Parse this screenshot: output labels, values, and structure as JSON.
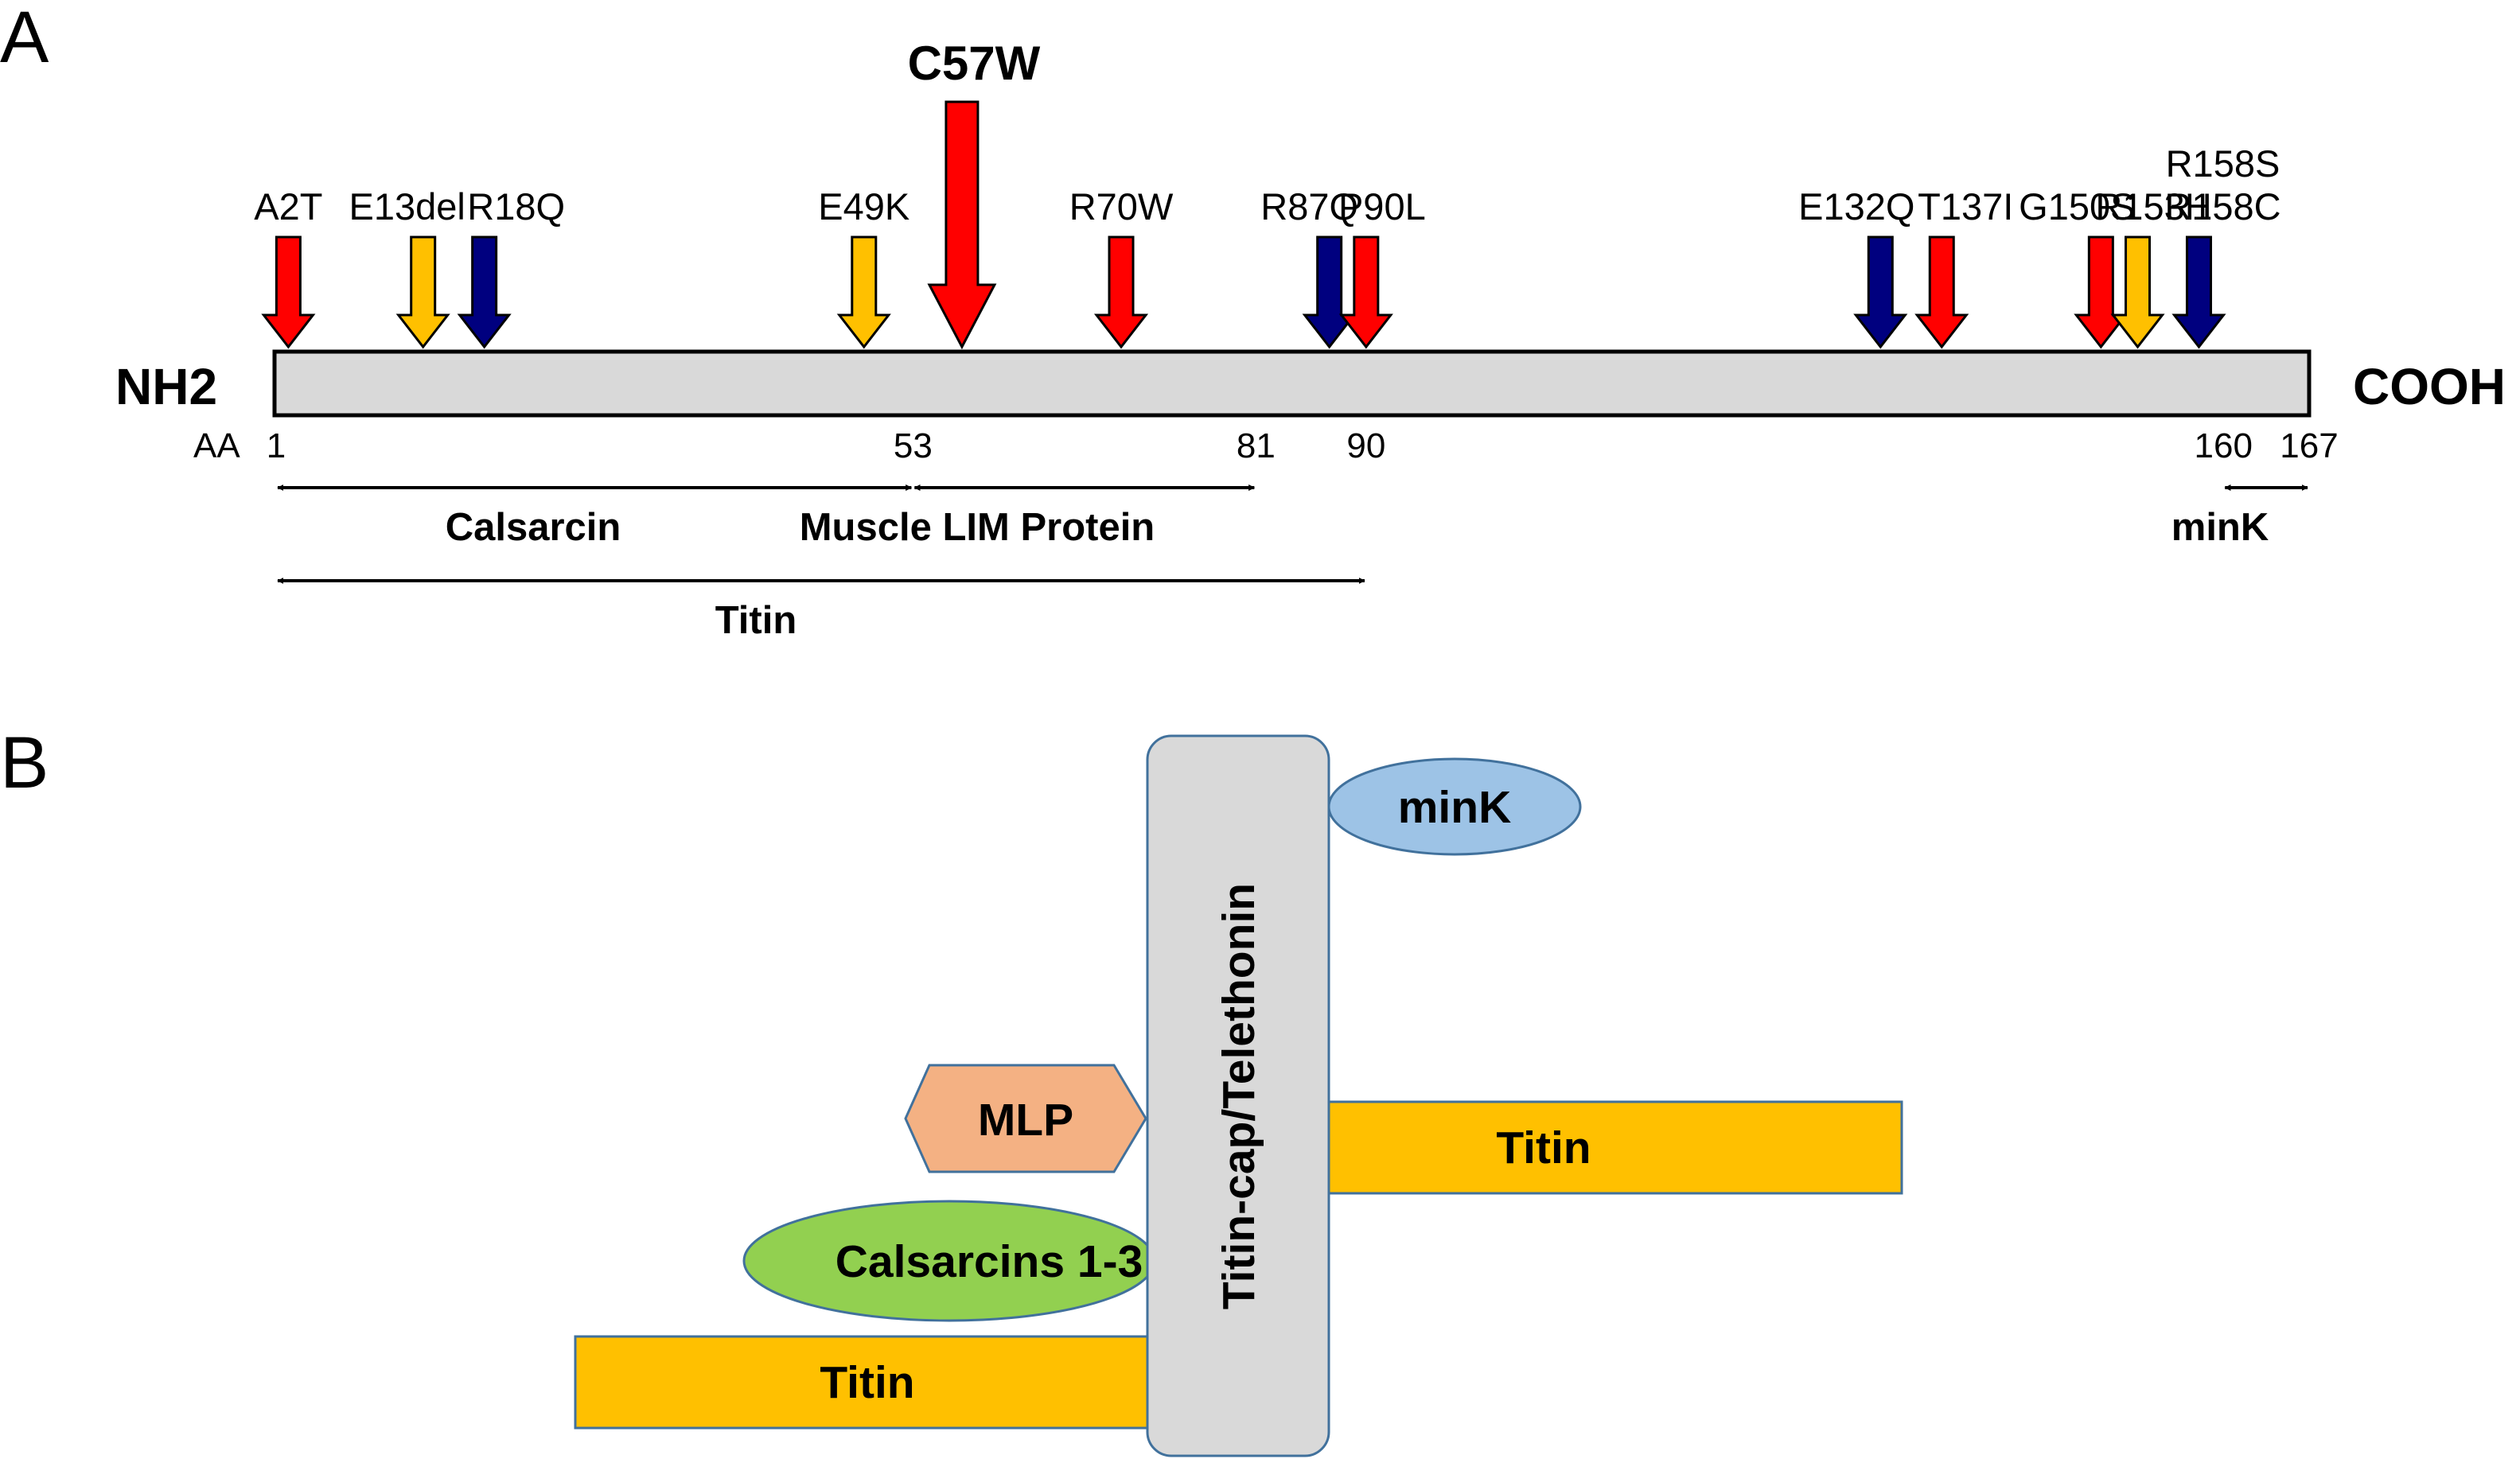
{
  "panels": {
    "a": "A",
    "b": "B"
  },
  "panel_a": {
    "n_terminus": "NH2",
    "c_terminus": "COOH",
    "aa_label": "AA",
    "ticks": [
      {
        "position": 1,
        "label": "1"
      },
      {
        "position": 53,
        "label": "53"
      },
      {
        "position": 81,
        "label": "81"
      },
      {
        "position": 90,
        "label": "90"
      },
      {
        "position": 160,
        "label": "160"
      },
      {
        "position": 167,
        "label": "167"
      }
    ],
    "mutations": [
      {
        "label": "A2T",
        "position": 2,
        "color": "#ff0000"
      },
      {
        "label": "E13del",
        "position": 13,
        "color": "#ffc000"
      },
      {
        "label": "R18Q",
        "position": 18,
        "color": "#00007f"
      },
      {
        "label": "E49K",
        "position": 49,
        "color": "#ffc000"
      },
      {
        "label": "C57W",
        "position": 57,
        "color": "#ff0000",
        "emphasis": "large"
      },
      {
        "label": "R70W",
        "position": 70,
        "color": "#ff0000"
      },
      {
        "label": "R87Q",
        "position": 87,
        "color": "#00007f"
      },
      {
        "label": "P90L",
        "position": 90,
        "color": "#ff0000"
      },
      {
        "label": "E132Q",
        "position": 132,
        "color": "#00007f"
      },
      {
        "label": "T137I",
        "position": 137,
        "color": "#ff0000"
      },
      {
        "label": "G150S",
        "position": 150,
        "color": "#ff0000"
      },
      {
        "label": "R153H",
        "position": 153,
        "color": "#ffc000"
      },
      {
        "label": "R158S",
        "label2": "R158C",
        "position": 158,
        "color": "#00007f"
      }
    ],
    "binding_regions": [
      {
        "label": "Calsarcin",
        "start": 1,
        "end": 53
      },
      {
        "label": "Muscle LIM Protein",
        "start": 53,
        "end": 81
      },
      {
        "label": "Titin",
        "start": 1,
        "end": 90
      },
      {
        "label": "minK",
        "start": 160,
        "end": 167
      }
    ]
  },
  "panel_b": {
    "telethonin": "Titin-cap/Telethonin",
    "mink": "minK",
    "mlp": "MLP",
    "calsarcins": "Calsarcins 1-3",
    "titin_right": "Titin",
    "titin_left": "Titin"
  },
  "colors": {
    "red": "#ff0000",
    "yellow": "#ffc000",
    "navy": "#00007f",
    "bar_gray": "#d9d9d9",
    "titin_orange": "#ffc000",
    "mink_blue": "#9dc3e6",
    "mlp_salmon": "#f4b183",
    "calsarcin_green": "#92d050",
    "outline_blue": "#41719c"
  }
}
